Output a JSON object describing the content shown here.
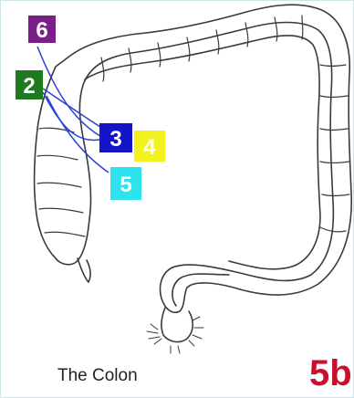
{
  "caption": "The Colon",
  "figure_id": "5b",
  "figure_id_color": "#c8102e",
  "labels": [
    {
      "id": "6",
      "text": "6",
      "fill": "#7a1f8a",
      "text_color": "#ffffff"
    },
    {
      "id": "2",
      "text": "2",
      "fill": "#1e7a1e",
      "text_color": "#ffffff"
    },
    {
      "id": "3",
      "text": "3",
      "fill": "#1515c8",
      "text_color": "#ffffff"
    },
    {
      "id": "4",
      "text": "4",
      "fill": "#f2f21e",
      "text_color": "#ffffff"
    },
    {
      "id": "5",
      "text": "5",
      "fill": "#2fe3ee",
      "text_color": "#ffffff"
    }
  ],
  "leader_line_color": "#2a3fd6"
}
